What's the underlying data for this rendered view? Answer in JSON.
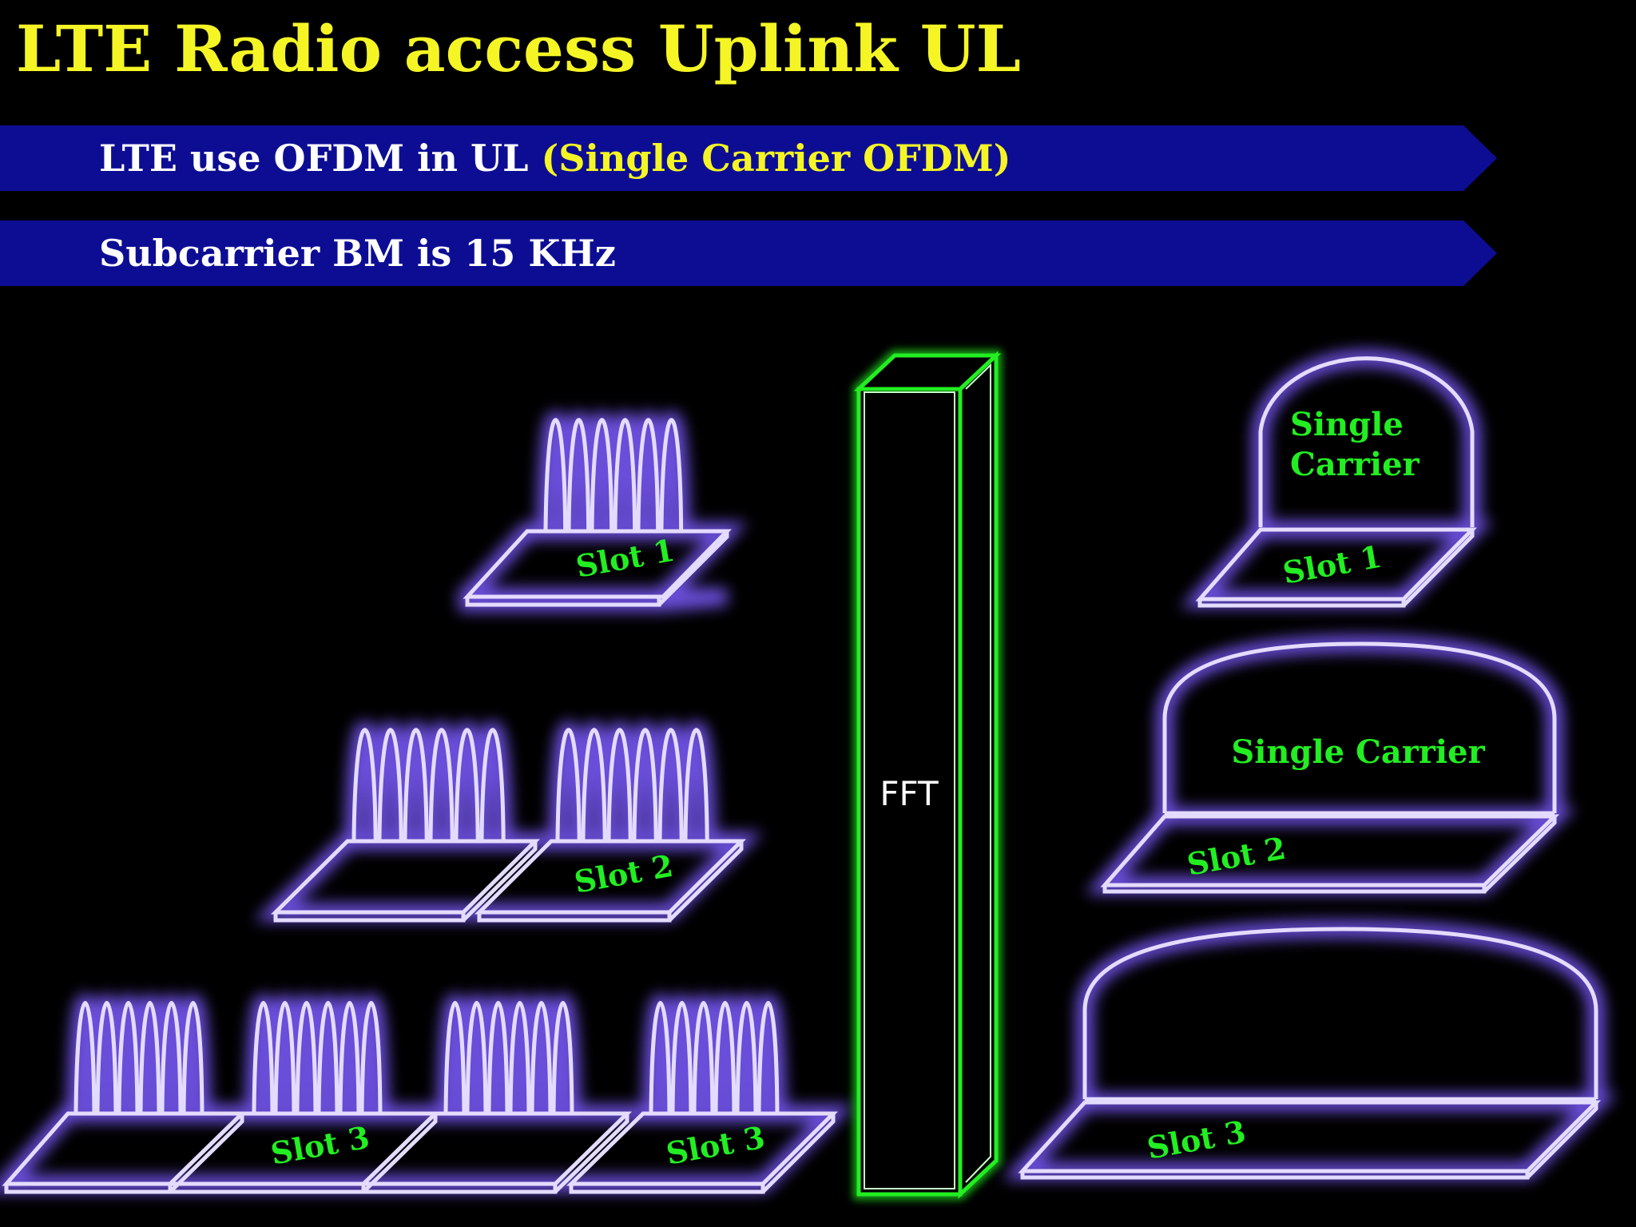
{
  "title": "LTE Radio access Uplink UL",
  "banners": [
    {
      "text": "LTE use OFDM in UL ",
      "highlight": "(Single Carrier OFDM)"
    },
    {
      "text": "Subcarrier BM is 15 KHz",
      "highlight": ""
    }
  ],
  "ofdm_side": {
    "slot1": {
      "label": "Slot 1"
    },
    "slot2": {
      "label": "Slot 2"
    },
    "slot3": {
      "label_a": "Slot 3",
      "label_b": "Slot 3"
    }
  },
  "fft": {
    "label": "FFT"
  },
  "sc_side": {
    "slot1": {
      "label": "Slot 1",
      "carrier_line1": "Single",
      "carrier_line2": "Carrier"
    },
    "slot2": {
      "label": "Slot 2",
      "carrier": "Single Carrier"
    },
    "slot3": {
      "label": "Slot 3"
    }
  },
  "colors": {
    "title": "#f5f526",
    "banner": "#0d0d94",
    "glow": "#7b5cff",
    "line": "#e4dcff",
    "slot_label": "#22ee22",
    "fft_border": "#22ee22"
  }
}
